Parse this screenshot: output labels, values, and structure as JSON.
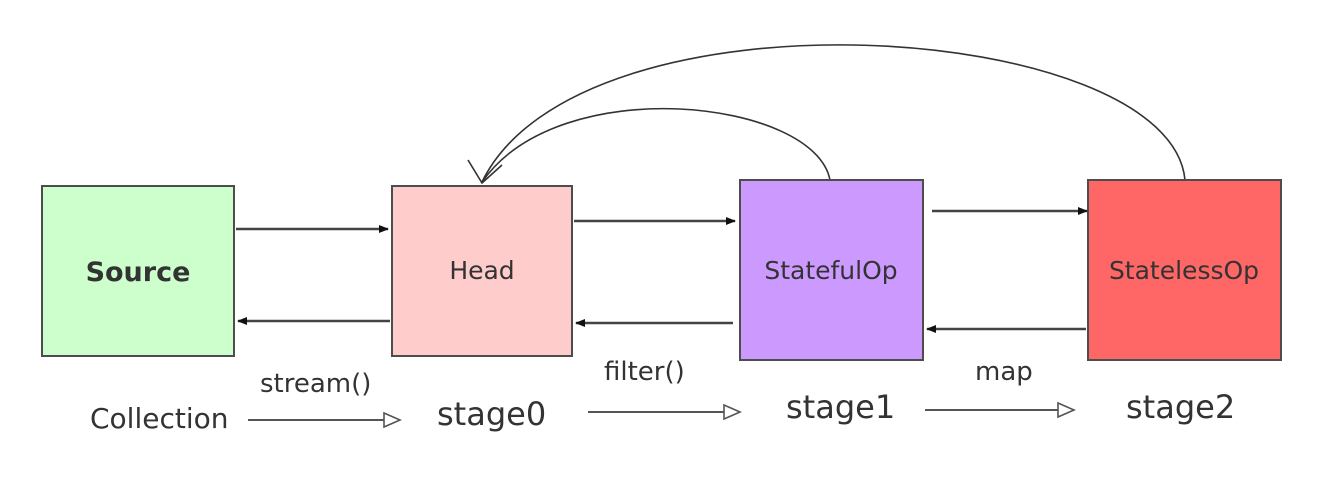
{
  "nodes": [
    {
      "id": "source",
      "label": "Source",
      "fill": "#ccffcc",
      "bold": true
    },
    {
      "id": "head",
      "label": "Head",
      "fill": "#ffcccc",
      "bold": false
    },
    {
      "id": "stateful",
      "label": "StatefulOp",
      "fill": "#cc99ff",
      "bold": false
    },
    {
      "id": "stateless",
      "label": "StatelessOp",
      "fill": "#ff6666",
      "bold": false
    }
  ],
  "bottom_row": {
    "collection": "Collection",
    "stage0": "stage0",
    "stage1": "stage1",
    "stage2": "stage2"
  },
  "operations": {
    "stream": "stream()",
    "filter": "filter()",
    "map": "map"
  }
}
